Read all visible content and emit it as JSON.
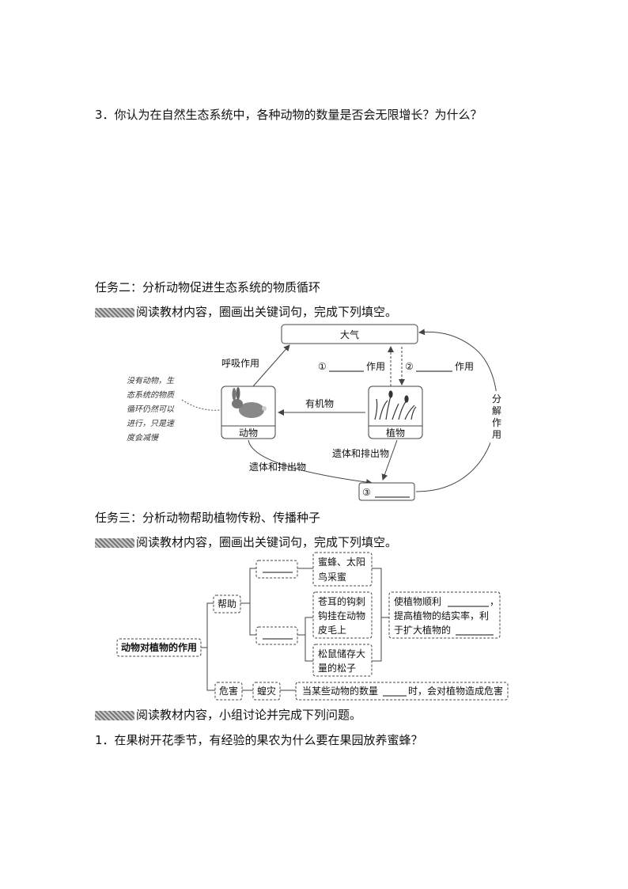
{
  "question3": "3．你认为在自然生态系统中，各种动物的数量是否会无限增长？为什么？",
  "task2": {
    "title": "任务二：分析动物促进生态系统的物质循环",
    "instruction": "阅读教材内容，圈画出关键词句，完成下列填空。",
    "diagram": {
      "atmosphere": "大气",
      "respiration": "呼吸作用",
      "blank1": "①",
      "blank1_suffix": "作用",
      "blank2": "②",
      "blank2_suffix": "作用",
      "animal": "动物",
      "plant": "植物",
      "organic": "有机物",
      "remains_left": "遗体和排出物",
      "remains_right": "遗体和排出物",
      "blank3": "③",
      "decompose": [
        "分",
        "解",
        "作",
        "用"
      ],
      "note_lines": [
        "没有动物，生",
        "态系统的物质",
        "循环仍然可以",
        "进行，只是速",
        "度会减慢"
      ]
    }
  },
  "task3": {
    "title": "任务三：分析动物帮助植物传粉、传播种子",
    "instruction": "阅读教材内容，圈画出关键词句，完成下列填空。",
    "diagram": {
      "root": "动物对植物的作用",
      "help": "帮助",
      "harm": "危害",
      "locust": "蝗灾",
      "ex1": [
        "蜜蜂、太阳",
        "鸟采蜜"
      ],
      "ex2": [
        "苍耳的钩刺",
        "钩挂在动物",
        "皮毛上"
      ],
      "ex3": [
        "松鼠储存大",
        "量的松子"
      ],
      "result_line1": "使植物顺利",
      "result_line2": "提高植物的结实率，利",
      "result_line3": "于扩大植物的",
      "harm_text_a": "当某些动物的数量",
      "harm_text_b": "时，会对植物造成危害"
    },
    "instruction2": "阅读教材内容，小组讨论并完成下列问题。",
    "question1": "1．在果树开花季节，有经验的果农为什么要在果园放养蜜蜂？"
  }
}
